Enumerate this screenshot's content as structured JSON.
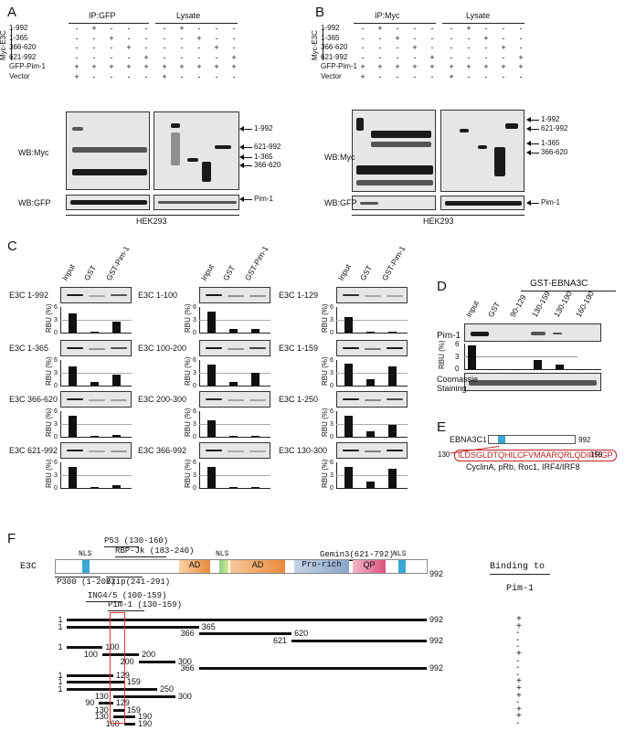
{
  "panels": {
    "a": "A",
    "b": "B",
    "c": "C",
    "d": "D",
    "e": "E",
    "f": "F"
  },
  "ab": {
    "ip_gfp": "IP:GFP",
    "ip_myc": "IP:Myc",
    "lysate": "Lysate",
    "myc_e3c": "Myc-E3C",
    "rows": [
      "1-992",
      "1-365",
      "366-620",
      "621-992",
      "GFP-Pim-1",
      "Vector"
    ],
    "wb_myc": "WB:Myc",
    "wb_gfp": "WB:GFP",
    "cell": "HEK293",
    "marks_a": [
      "1-992",
      "621-992",
      "1-365",
      "366-620"
    ],
    "marks_b": [
      "1-992",
      "621-992",
      "1-365",
      "366-620"
    ],
    "pim1": "Pim-1",
    "signs": [
      [
        "-",
        "+",
        "-",
        "-",
        "-"
      ],
      [
        "-",
        "-",
        "+",
        "-",
        "-"
      ],
      [
        "-",
        "-",
        "-",
        "+",
        "-"
      ],
      [
        "-",
        "-",
        "-",
        "-",
        "+"
      ],
      [
        "+",
        "+",
        "+",
        "+",
        "+"
      ],
      [
        "+",
        "-",
        "-",
        "-",
        "-"
      ]
    ]
  },
  "c": {
    "lanes": [
      "Input",
      "GST",
      "GST-Pim-1"
    ],
    "rbu": "RBU (%)",
    "ticks": [
      "6",
      "3",
      "0"
    ],
    "col1": [
      {
        "label": "E3C 1-992",
        "bars": [
          4.6,
          0.3,
          2.6
        ]
      },
      {
        "label": "E3C 1-365",
        "bars": [
          4.5,
          0.8,
          2.6
        ]
      },
      {
        "label": "E3C 366-620",
        "bars": [
          5.0,
          0.3,
          0.5
        ]
      },
      {
        "label": "E3C 621-992",
        "bars": [
          5.0,
          0.3,
          0.7
        ]
      }
    ],
    "col2": [
      {
        "label": "E3C 1-100",
        "bars": [
          5.0,
          0.9,
          0.8
        ]
      },
      {
        "label": "E3C 100-200",
        "bars": [
          5.0,
          0.8,
          3.1
        ]
      },
      {
        "label": "E3C 200-300",
        "bars": [
          3.8,
          0.3,
          0.3
        ]
      },
      {
        "label": "E3C 366-992",
        "bars": [
          4.9,
          0.2,
          0.2
        ]
      }
    ],
    "col3": [
      {
        "label": "E3C 1-129",
        "bars": [
          3.6,
          0.3,
          0.3
        ]
      },
      {
        "label": "E3C 1-159",
        "bars": [
          5.1,
          1.6,
          4.4
        ]
      },
      {
        "label": "E3C 1-250",
        "bars": [
          5.0,
          1.2,
          2.8
        ]
      },
      {
        "label": "E3C 130-300",
        "bars": [
          5.0,
          1.4,
          4.4
        ]
      }
    ]
  },
  "d": {
    "title": "GST-EBNA3C",
    "lanes": [
      "Input",
      "GST",
      "90-129",
      "130-159",
      "130-190",
      "160-190"
    ],
    "pim1": "Pim-1",
    "rbu": "RBU (%)",
    "ticks": [
      "6",
      "3",
      "0"
    ],
    "bars": [
      5.5,
      0.1,
      0.1,
      2.2,
      1.0,
      0.1
    ],
    "stain": "Coomassie Staining"
  },
  "e": {
    "label": "EBNA3C",
    "start": "1",
    "end": "992",
    "seq": "ILDSGLDTQHILCFVMAARQRLQDIRRGP",
    "seq_start": "130",
    "seq_end": "159",
    "partners": "CyclinA, pRb, Roc1, IRF4/IRF8"
  },
  "f": {
    "protein": "E3C",
    "length": "992",
    "one": "1",
    "binding_title": "Binding to",
    "binding_target": "Pim-1",
    "top_labels": [
      "P53 (130-160)",
      "RBP-Jk (183-240)",
      "Gemin3(621-792)"
    ],
    "bottom_labels": [
      "P300 (1-207)",
      "Bzip(241-291)",
      "ING4/5 (100-159)",
      "Pim-1 (130-159)"
    ],
    "domains": [
      "NLS",
      "AD",
      "NLS",
      "AD",
      "Pro-rich",
      "QP",
      "NLS"
    ],
    "fragments": [
      {
        "start": 1,
        "end": 992,
        "s": "1",
        "e": "992",
        "bind": "+"
      },
      {
        "start": 1,
        "end": 365,
        "s": "1",
        "e": "365",
        "bind": "+"
      },
      {
        "start": 366,
        "end": 620,
        "s": "366",
        "e": "620",
        "bind": "-"
      },
      {
        "start": 621,
        "end": 992,
        "s": "621",
        "e": "992",
        "bind": "-"
      },
      {
        "start": 1,
        "end": 100,
        "s": "1",
        "e": "100",
        "bind": "-"
      },
      {
        "start": 100,
        "end": 200,
        "s": "100",
        "e": "200",
        "bind": "+"
      },
      {
        "start": 200,
        "end": 300,
        "s": "200",
        "e": "300",
        "bind": "-"
      },
      {
        "start": 366,
        "end": 992,
        "s": "366",
        "e": "992",
        "bind": "-"
      },
      {
        "start": 1,
        "end": 129,
        "s": "1",
        "e": "129",
        "bind": "-"
      },
      {
        "start": 1,
        "end": 159,
        "s": "1",
        "e": "159",
        "bind": "+"
      },
      {
        "start": 1,
        "end": 250,
        "s": "1",
        "e": "250",
        "bind": "+"
      },
      {
        "start": 130,
        "end": 300,
        "s": "130",
        "e": "300",
        "bind": "+"
      },
      {
        "start": 90,
        "end": 129,
        "s": "90",
        "e": "129",
        "bind": "-"
      },
      {
        "start": 130,
        "end": 159,
        "s": "130",
        "e": "159",
        "bind": "+"
      },
      {
        "start": 130,
        "end": 190,
        "s": "130",
        "e": "190",
        "bind": "+"
      },
      {
        "start": 160,
        "end": 190,
        "s": "160",
        "e": "190",
        "bind": "-"
      }
    ]
  }
}
